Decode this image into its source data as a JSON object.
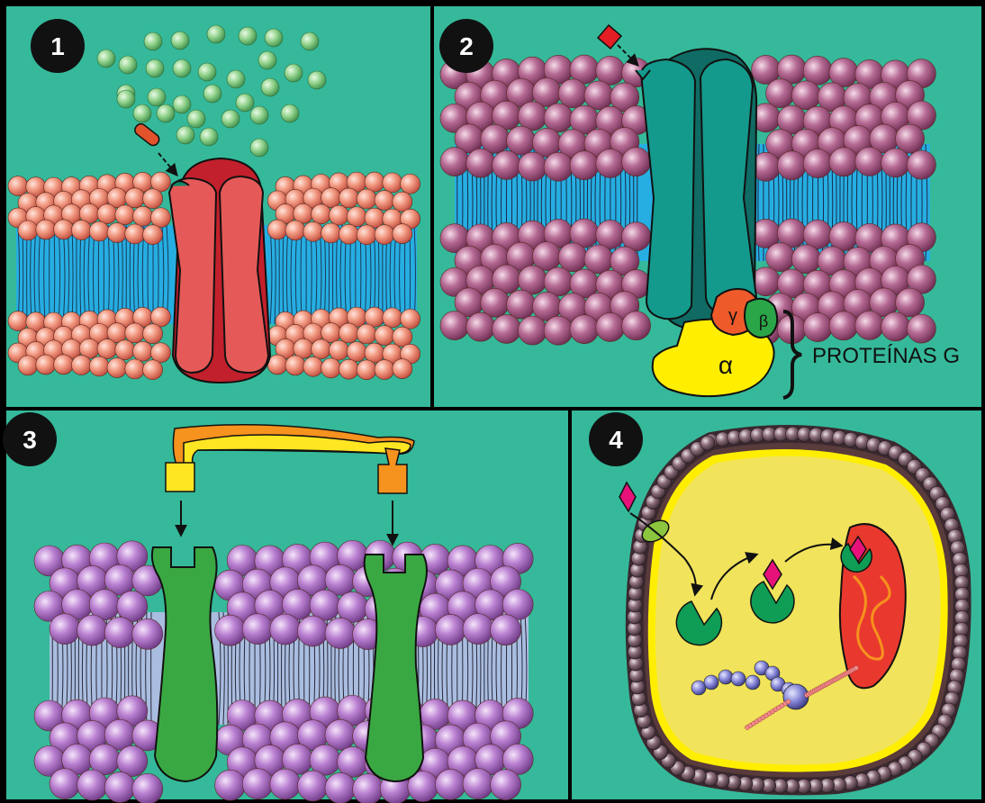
{
  "panels": [
    {
      "number": "1"
    },
    {
      "number": "2"
    },
    {
      "number": "3"
    },
    {
      "number": "4"
    }
  ],
  "panel2": {
    "gamma": "γ",
    "beta": "β",
    "alpha": "α",
    "label": "PROTEÍNAS G"
  },
  "colors": {
    "background": "#35b99a",
    "panel1_heads": "#f08c74",
    "panel1_channel": "#e55a59",
    "panel1_channel_back": "#c2202c",
    "panel1_ligand": "#8fd18a",
    "panel2_heads": "#b0668e",
    "panel2_channel": "#149a8c",
    "panel2_channel_back": "#0f6b63",
    "gprotein_alpha": "#ffee00",
    "gprotein_beta": "#2aa648",
    "gprotein_gamma": "#ef5a2b",
    "panel3_heads": "#b57ac8",
    "panel3_receptor": "#3aa842",
    "panel3_tails": "#a9bde0",
    "panel4_membrane": "#5a3b3b",
    "panel4_cytoplasm": "#f1e35b",
    "panel4_nucleus": "#e9392e",
    "panel4_ligand": "#e6127a",
    "tails_blue": "#26aee2"
  }
}
